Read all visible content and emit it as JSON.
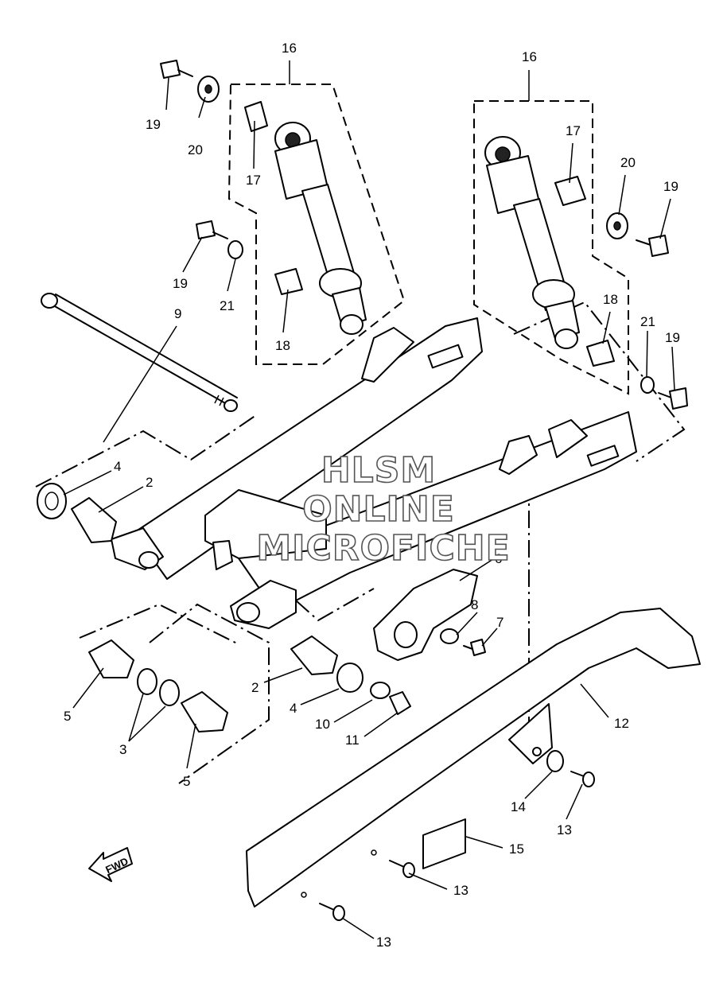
{
  "watermark": {
    "line1": "HLSM",
    "line2": "ONLINE",
    "line3": "MICROFICHE"
  },
  "fwd_label": "FWD",
  "callouts": {
    "c16a": "16",
    "c16b": "16",
    "c17a": "17",
    "c17b": "17",
    "c18a": "18",
    "c18b": "18",
    "c19a": "19",
    "c19b": "19",
    "c19c": "19",
    "c19d": "19",
    "c20a": "20",
    "c20b": "20",
    "c21a": "21",
    "c21b": "21",
    "c9": "9",
    "c4a": "4",
    "c4b": "4",
    "c2a": "2",
    "c2b": "2",
    "c6": "6",
    "c8": "8",
    "c7": "7",
    "c12": "12",
    "c5a": "5",
    "c5b": "5",
    "c3": "3",
    "c10": "10",
    "c11": "11",
    "c14": "14",
    "c13a": "13",
    "c13b": "13",
    "c13c": "13",
    "c15": "15"
  }
}
